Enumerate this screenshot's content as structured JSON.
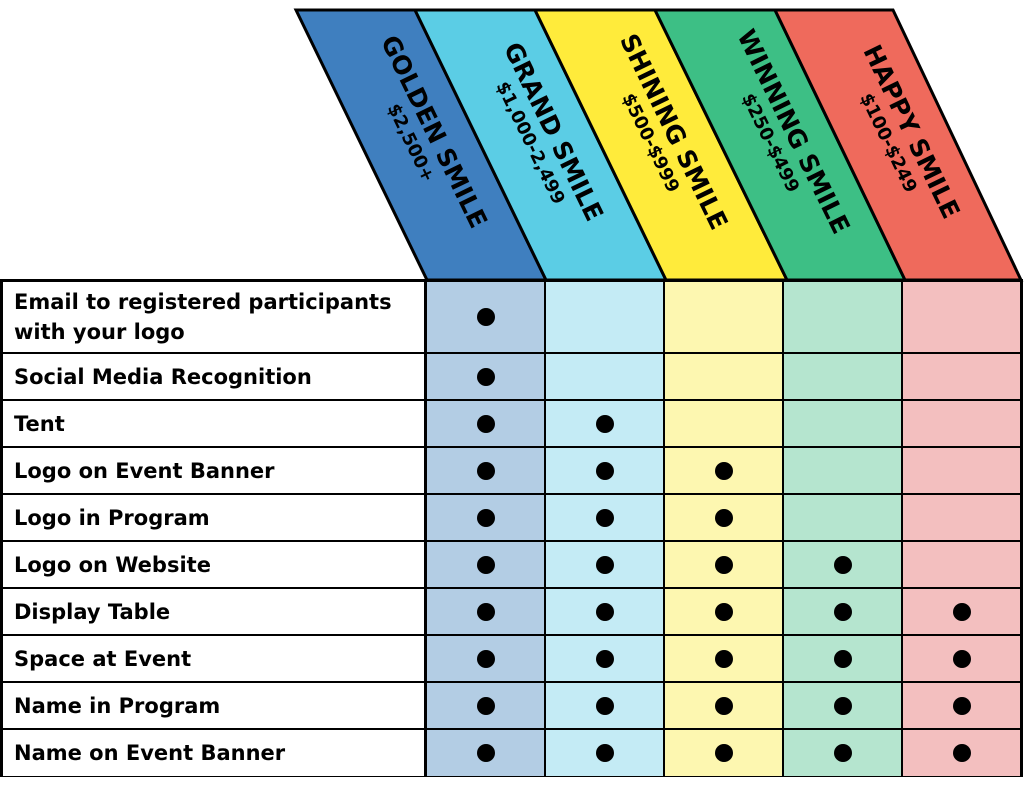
{
  "tiers": [
    {
      "name": "GOLDEN SMILE",
      "price": "$2,500+",
      "color": "#3f7fbf",
      "light": "#b3cde4"
    },
    {
      "name": "GRAND SMILE",
      "price": "$1,000-2,499",
      "color": "#5bcde5",
      "light": "#c4ebf5"
    },
    {
      "name": "SHINING SMILE",
      "price": "$500-$999",
      "color": "#ffeb3b",
      "light": "#fdf7b0"
    },
    {
      "name": "WINNING SMILE",
      "price": "$250-$499",
      "color": "#3dbf85",
      "light": "#b5e5cf"
    },
    {
      "name": "HAPPY SMILE",
      "price": "$100-$249",
      "color": "#ef6a5c",
      "light": "#f3bfbf"
    }
  ],
  "rows": [
    {
      "label": "Email to registered participants with your logo",
      "marks": [
        true,
        false,
        false,
        false,
        false
      ]
    },
    {
      "label": "Social Media Recognition",
      "marks": [
        true,
        false,
        false,
        false,
        false
      ]
    },
    {
      "label": "Tent",
      "marks": [
        true,
        true,
        false,
        false,
        false
      ]
    },
    {
      "label": "Logo on Event Banner",
      "marks": [
        true,
        true,
        true,
        false,
        false
      ]
    },
    {
      "label": "Logo in Program",
      "marks": [
        true,
        true,
        true,
        false,
        false
      ]
    },
    {
      "label": "Logo on Website",
      "marks": [
        true,
        true,
        true,
        true,
        false
      ]
    },
    {
      "label": "Display Table",
      "marks": [
        true,
        true,
        true,
        true,
        true
      ]
    },
    {
      "label": "Space at Event",
      "marks": [
        true,
        true,
        true,
        true,
        true
      ]
    },
    {
      "label": "Name in Program",
      "marks": [
        true,
        true,
        true,
        true,
        true
      ]
    },
    {
      "label": "Name on Event Banner",
      "marks": [
        true,
        true,
        true,
        true,
        true
      ]
    }
  ]
}
